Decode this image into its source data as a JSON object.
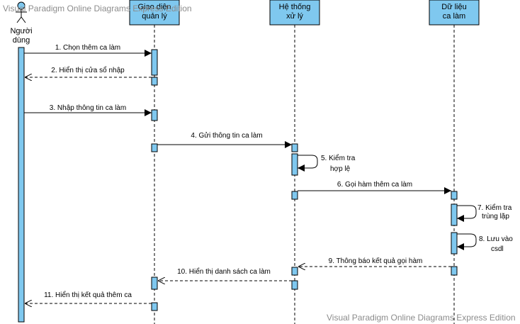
{
  "watermarks": {
    "top": "Visual Paradigm Online Diagrams Express Edition",
    "bottom": "Visual Paradigm Online Diagrams Express Edition"
  },
  "colors": {
    "activation": "#7fc8ef",
    "lifeline_header": "#7fc8ef",
    "line": "#000000",
    "watermark": "#8c8c8c"
  },
  "actor": {
    "icon": "stick-figure-icon",
    "label_lines": [
      "Người",
      "dùng"
    ]
  },
  "lifelines": [
    {
      "id": "ui",
      "label_lines": [
        "Giao diện",
        "quản lý"
      ]
    },
    {
      "id": "sys",
      "label_lines": [
        "Hệ thống",
        "xử lý"
      ]
    },
    {
      "id": "data",
      "label_lines": [
        "Dữ liệu",
        "ca làm"
      ]
    }
  ],
  "messages": [
    {
      "n": 1,
      "text": "1. Chọn thêm ca làm",
      "type": "sync"
    },
    {
      "n": 2,
      "text": "2. Hiển thị cửa sổ nhập",
      "type": "return"
    },
    {
      "n": 3,
      "text": "3. Nhập thông tin ca làm",
      "type": "sync"
    },
    {
      "n": 4,
      "text": "4. Gửi thông tin ca làm",
      "type": "sync"
    },
    {
      "n": 5,
      "lines": [
        "5. Kiểm tra",
        "hợp lệ"
      ],
      "type": "self"
    },
    {
      "n": 6,
      "text": "6. Gọi hàm thêm ca làm",
      "type": "sync"
    },
    {
      "n": 7,
      "lines": [
        "7. Kiểm tra",
        "trùng lặp"
      ],
      "type": "self"
    },
    {
      "n": 8,
      "lines": [
        "8. Lưu vào",
        "csdl"
      ],
      "type": "self"
    },
    {
      "n": 9,
      "text": "9. Thông báo kết quả gọi hàm",
      "type": "return"
    },
    {
      "n": 10,
      "text": "10. Hiển thị danh sách ca làm",
      "type": "return"
    },
    {
      "n": 11,
      "text": "11. Hiển thị kết quả thêm ca",
      "type": "return"
    }
  ]
}
